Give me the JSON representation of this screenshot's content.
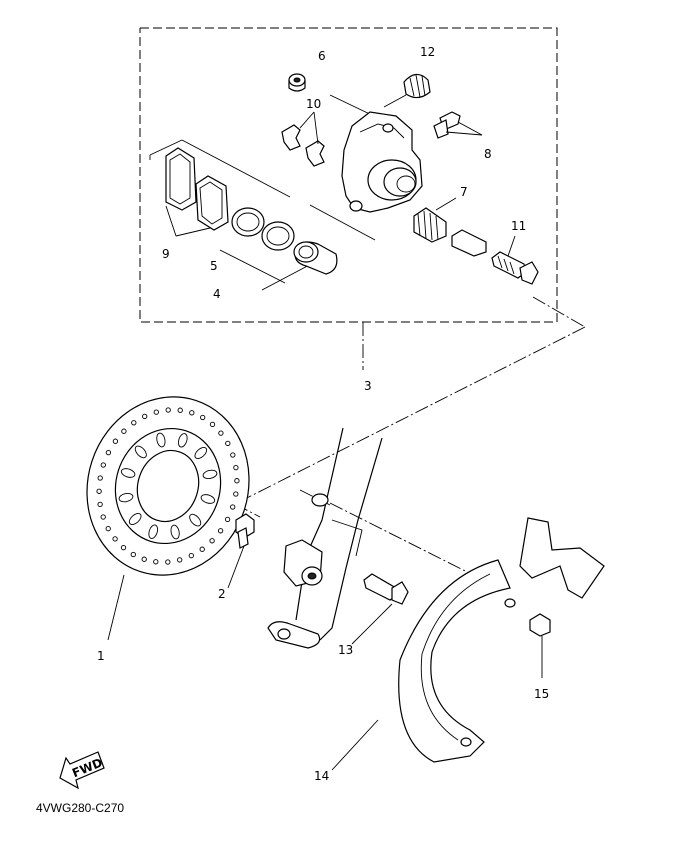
{
  "callouts": {
    "c1": "1",
    "c2": "2",
    "c3": "3",
    "c4": "4",
    "c5": "5",
    "c6": "6",
    "c7": "7",
    "c8": "8",
    "c9": "9",
    "c10": "10",
    "c11": "11",
    "c12": "12",
    "c13": "13",
    "c14": "14",
    "c15": "15"
  },
  "fwd_label": "FWD",
  "figure_code": "4VWG280-C270"
}
